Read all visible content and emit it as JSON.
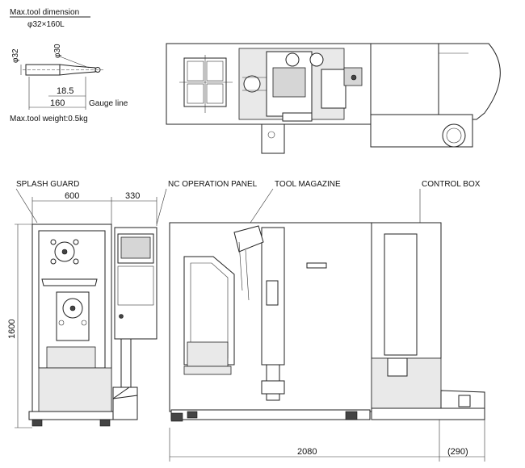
{
  "tool_spec": {
    "title": "Max.tool dimension",
    "size": "φ32×160L",
    "dia_shank": "φ32",
    "dia_tip": "φ30",
    "len_short": "18.5",
    "len_total": "160",
    "gauge_line": "Gauge line",
    "weight": "Max.tool weight:0.5kg"
  },
  "callouts": {
    "splash_guard": "SPLASH GUARD",
    "nc_panel": "NC OPERATION PANEL",
    "tool_magazine": "TOOL MAGAZINE",
    "control_box": "CONTROL BOX"
  },
  "dimensions": {
    "width_600": "600",
    "width_330": "330",
    "height_1600": "1600",
    "length_2080": "2080",
    "extra_290": "(290)"
  }
}
